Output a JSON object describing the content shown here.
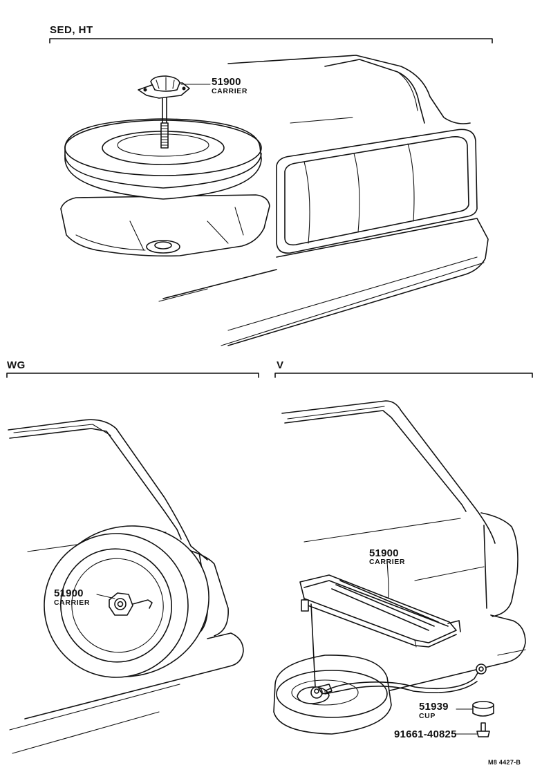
{
  "sections": {
    "sed_ht": "SED, HT",
    "wg": "WG",
    "v": "V"
  },
  "parts": {
    "sed_carrier": {
      "number": "51900",
      "name": "CARRIER"
    },
    "wg_carrier": {
      "number": "51900",
      "name": "CARRIER"
    },
    "v_carrier": {
      "number": "51900",
      "name": "CARRIER"
    },
    "v_cup": {
      "number": "51939",
      "name": "CUP"
    },
    "v_bolt": {
      "number": "91661-40825"
    }
  },
  "figure_code": "M8 4427-B"
}
